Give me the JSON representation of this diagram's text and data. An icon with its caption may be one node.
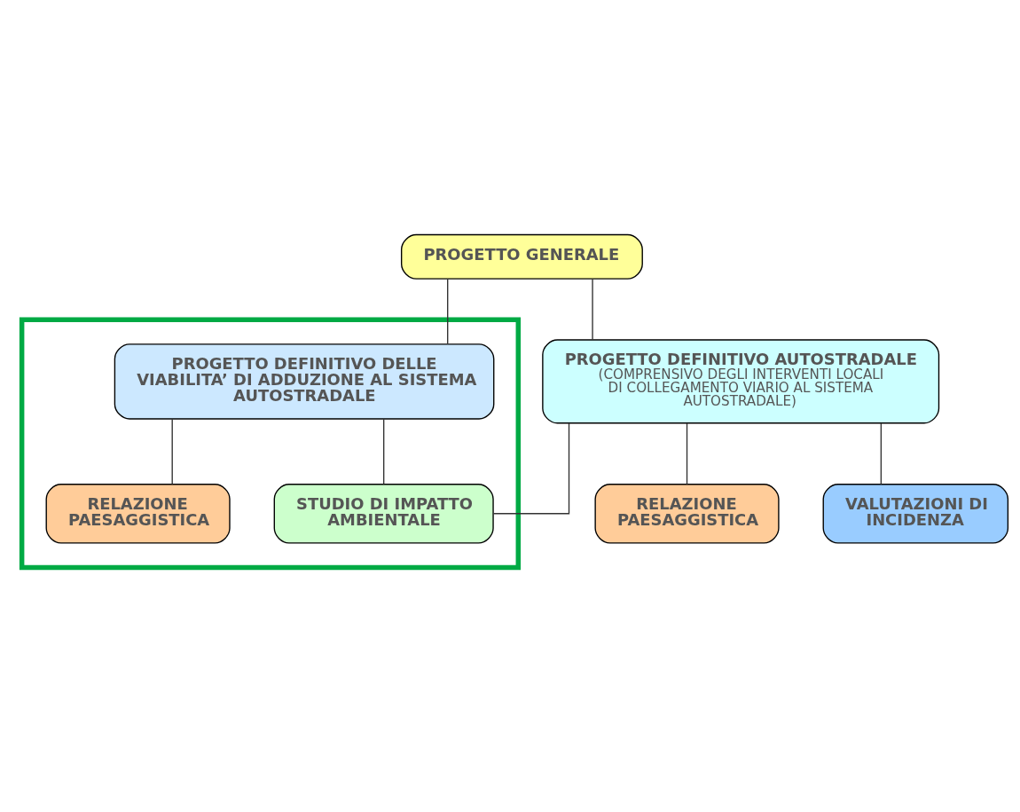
{
  "diagram": {
    "nodes": [
      {
        "text": [
          "PROGETTO GENERALE"
        ]
      },
      {
        "text": [
          "PROGETTO DEFINITIVO AUTOSTRADALE",
          "(COMPRENSIVO DEGLI INTERVENTI LOCALI DI COLLEGAMENTO VIARIO AL SISTEMA AUTOSTRADALE)"
        ]
      },
      {
        "text": [],
        "shape": "box"
      },
      {
        "text": [
          "PROGETTO DEFINITIVO DELLE VIABILITA’ DI ADDUZIONE AL SISTEMA AUTOSTRADALE"
        ],
        "in": 2
      },
      {
        "text": [
          "STUDIO DI IMPATTO AMBIENTALE"
        ],
        "in": 2
      },
      {
        "text": [
          "RELAZIONE PAESAGGISTICA"
        ]
      },
      {
        "text": [
          "VALUTAZIONI DI INCIDENZA"
        ]
      },
      {
        "text": [
          "RELAZIONE PAESAGGISTICA"
        ],
        "in": 2
      }
    ],
    "edges": [
      {
        "from": 0,
        "to": 1,
        "arrow": "none"
      },
      {
        "from": 0,
        "to": 3,
        "arrow": "none"
      },
      {
        "from": 1,
        "to": 4,
        "arrow": "none"
      },
      {
        "from": 3,
        "to": 4,
        "arrow": "none"
      },
      {
        "from": 1,
        "to": 5,
        "arrow": "none"
      },
      {
        "from": 1,
        "to": 6,
        "arrow": "none"
      },
      {
        "from": 3,
        "to": 7,
        "arrow": "none"
      }
    ]
  }
}
